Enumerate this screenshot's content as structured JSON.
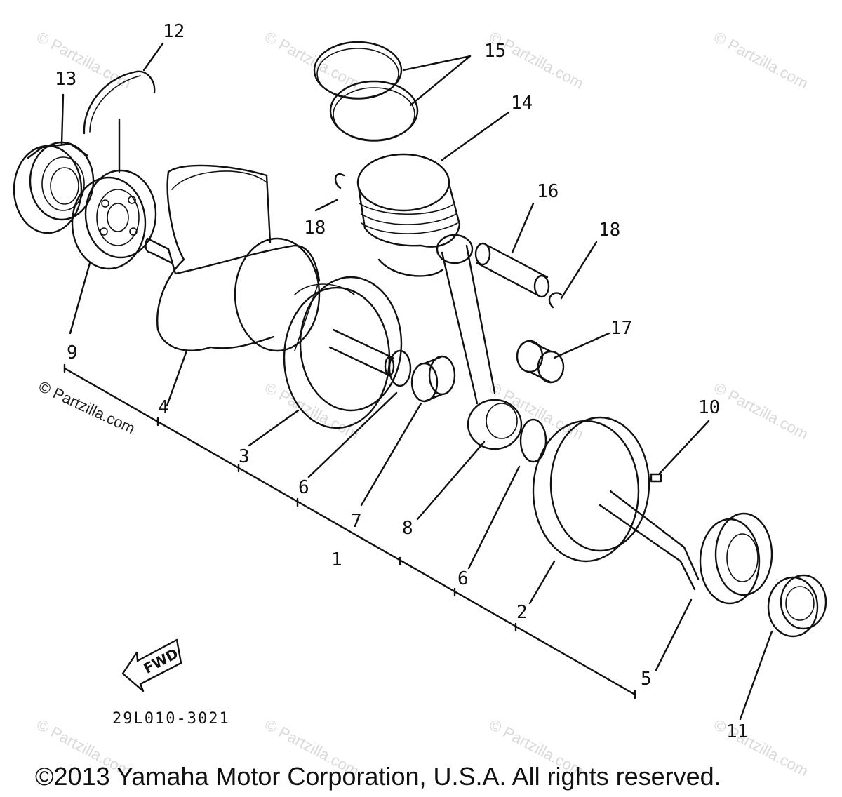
{
  "watermark": "© Partzilla.com",
  "side_watermark": "© Partzilla.com",
  "callouts": [
    "1",
    "2",
    "3",
    "4",
    "5",
    "6",
    "6",
    "7",
    "8",
    "9",
    "10",
    "11",
    "12",
    "13",
    "14",
    "15",
    "16",
    "17",
    "18",
    "18"
  ],
  "fwd_label": "FWD",
  "part_code": "29L010-3021",
  "copyright": "©2013 Yamaha Motor Corporation, U.S.A. All rights reserved."
}
